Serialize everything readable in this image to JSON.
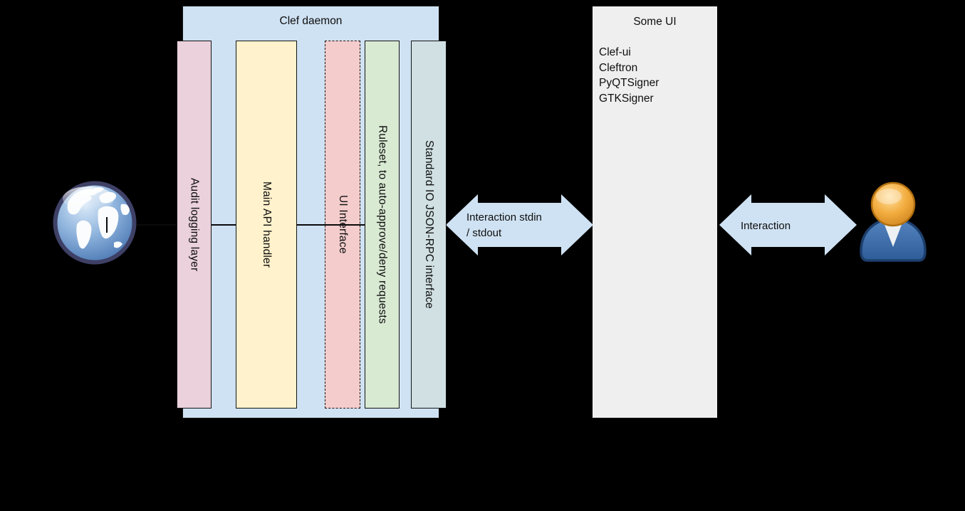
{
  "diagram": {
    "background_color": "#000000",
    "clef_daemon": {
      "title": "Clef daemon",
      "fill": "#cfe2f3",
      "layers": [
        {
          "label": "Audit logging layer",
          "fill": "#ead1dc",
          "border_style": "solid"
        },
        {
          "label": "Main API handler",
          "fill": "#fff2cc",
          "border_style": "solid"
        },
        {
          "label": "UI Interface",
          "fill": "#f4cccc",
          "border_style": "dashed"
        },
        {
          "label": "Ruleset, to auto-approve/deny requests",
          "fill": "#d9ead3",
          "border_style": "solid"
        },
        {
          "label": "Standard IO JSON-RPC interface",
          "fill": "#d0e0e3",
          "border_style": "solid"
        }
      ]
    },
    "some_ui": {
      "title": "Some UI",
      "fill": "#efefef",
      "items": [
        "Clef-ui",
        "Cleftron",
        "PyQTSigner",
        "GTKSigner"
      ]
    },
    "arrows": {
      "stdio_arrow": {
        "label_line1": "Interaction stdin",
        "label_line2": "/ stdout",
        "fill": "#cfe2f3",
        "direction": "double-headed"
      },
      "user_arrow": {
        "label": "Interaction",
        "fill": "#cfe2f3",
        "direction": "double-headed"
      }
    },
    "icons": {
      "left": "globe-icon",
      "right": "user-icon"
    },
    "connector": {
      "from": "globe-icon",
      "to": "Ruleset layer",
      "color": "#000000"
    }
  }
}
